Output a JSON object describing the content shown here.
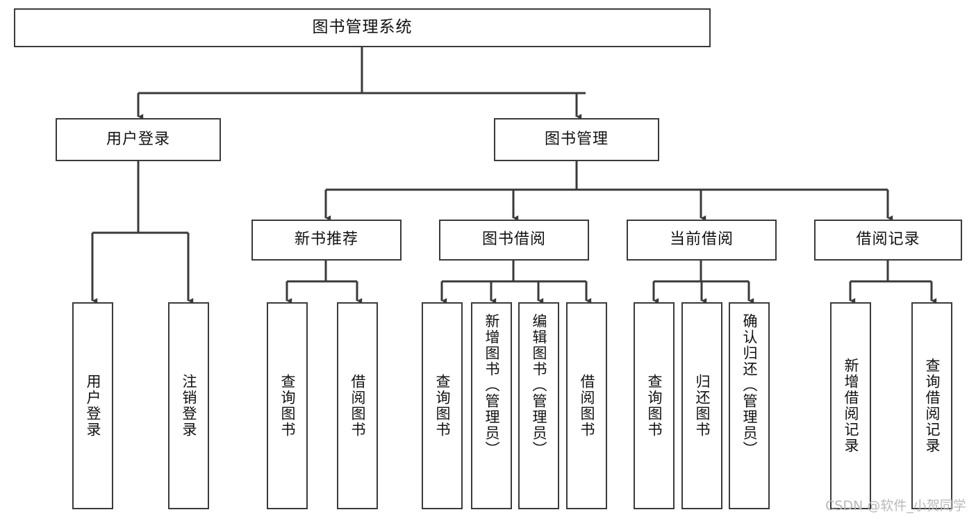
{
  "diagram": {
    "title": "图书管理系统",
    "watermark": "CSDN @软件_小贺同学",
    "line_color": "#3a3a3a",
    "box_fill": "#ffffff",
    "text_color": "#111111",
    "levels": {
      "root": "图书管理系统",
      "level2": [
        "用户登录",
        "图书管理"
      ],
      "level3": [
        "新书推荐",
        "图书借阅",
        "当前借阅",
        "借阅记录"
      ]
    },
    "nodes": {
      "root": {
        "label": "图书管理系统"
      },
      "user_login": {
        "label": "用户登录"
      },
      "book_manage": {
        "label": "图书管理"
      },
      "new_book_rec": {
        "label": "新书推荐"
      },
      "book_borrow": {
        "label": "图书借阅"
      },
      "current_borrow": {
        "label": "当前借阅"
      },
      "borrow_record": {
        "label": "借阅记录"
      },
      "leaf_user_login": {
        "label": "用户登录"
      },
      "leaf_user_logout": {
        "label": "注销登录"
      },
      "leaf_query_book_1": {
        "label": "查询图书"
      },
      "leaf_borrow_book_1": {
        "label": "借阅图书"
      },
      "leaf_query_book_2": {
        "label": "查询图书"
      },
      "leaf_add_book": {
        "label": "新增图书（管理员）"
      },
      "leaf_edit_book": {
        "label": "编辑图书（管理员）"
      },
      "leaf_borrow_book_2": {
        "label": "借阅图书"
      },
      "leaf_query_book_3": {
        "label": "查询图书"
      },
      "leaf_return_book": {
        "label": "归还图书"
      },
      "leaf_confirm_return": {
        "label": "确认归还（管理员）"
      },
      "leaf_add_record": {
        "label": "新增借阅记录"
      },
      "leaf_query_record": {
        "label": "查询借阅记录"
      }
    },
    "edges": [
      {
        "from": "root",
        "to": "user_login"
      },
      {
        "from": "root",
        "to": "book_manage"
      },
      {
        "from": "user_login",
        "to": "leaf_user_login"
      },
      {
        "from": "user_login",
        "to": "leaf_user_logout"
      },
      {
        "from": "book_manage",
        "to": "new_book_rec"
      },
      {
        "from": "book_manage",
        "to": "book_borrow"
      },
      {
        "from": "book_manage",
        "to": "current_borrow"
      },
      {
        "from": "book_manage",
        "to": "borrow_record"
      },
      {
        "from": "new_book_rec",
        "to": "leaf_query_book_1"
      },
      {
        "from": "new_book_rec",
        "to": "leaf_borrow_book_1"
      },
      {
        "from": "book_borrow",
        "to": "leaf_query_book_2"
      },
      {
        "from": "book_borrow",
        "to": "leaf_add_book"
      },
      {
        "from": "book_borrow",
        "to": "leaf_edit_book"
      },
      {
        "from": "book_borrow",
        "to": "leaf_borrow_book_2"
      },
      {
        "from": "current_borrow",
        "to": "leaf_query_book_3"
      },
      {
        "from": "current_borrow",
        "to": "leaf_return_book"
      },
      {
        "from": "current_borrow",
        "to": "leaf_confirm_return"
      },
      {
        "from": "borrow_record",
        "to": "leaf_add_record"
      },
      {
        "from": "borrow_record",
        "to": "leaf_query_record"
      }
    ]
  }
}
